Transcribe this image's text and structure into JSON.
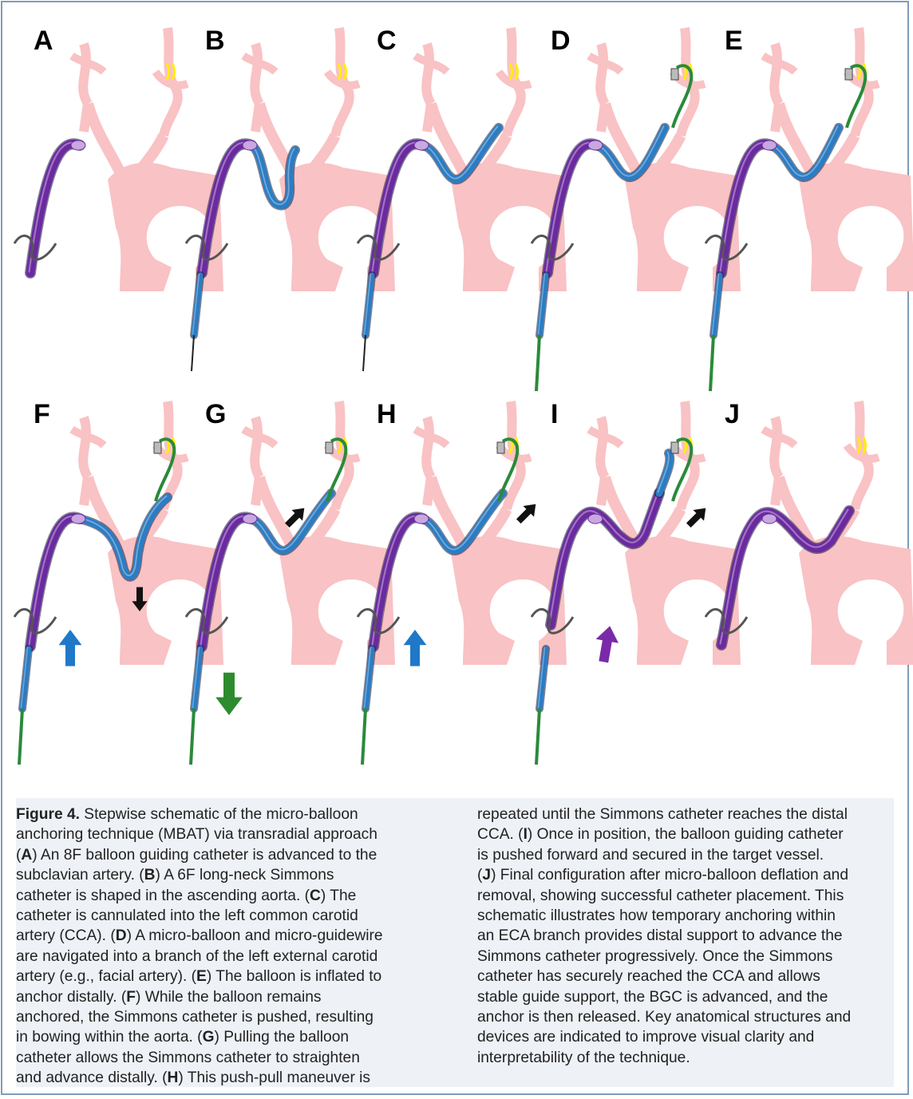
{
  "panel_labels": [
    "A",
    "B",
    "C",
    "D",
    "E",
    "F",
    "G",
    "H",
    "I",
    "J"
  ],
  "colors": {
    "anatomy": "#f9c2c4",
    "guiding_catheter": "#6b2aa0",
    "simmons_catheter": "#2a7dc4",
    "microcatheter": "#2a8a3a",
    "balloon": "#ffee00",
    "arrow_black": "#111111",
    "arrow_blue": "#1f78c8",
    "arrow_green": "#2e8b2e",
    "arrow_purple": "#7a2aa8",
    "frame": "#7f9cb8",
    "caption_bg": "#eef1f6"
  },
  "caption": {
    "heading": "Figure 4.",
    "left_lines": [
      {
        "parts": [
          {
            "b": "Figure 4."
          },
          {
            "t": "  Stepwise schematic of the micro-balloon"
          }
        ]
      },
      {
        "parts": [
          {
            "t": "anchoring technique (MBAT) via transradial approach"
          }
        ]
      },
      {
        "parts": [
          {
            "t": "("
          },
          {
            "b": "A"
          },
          {
            "t": ") An 8F balloon guiding catheter is advanced to the"
          }
        ]
      },
      {
        "parts": [
          {
            "t": "subclavian artery. ("
          },
          {
            "b": "B"
          },
          {
            "t": ") A 6F long-neck Simmons"
          }
        ]
      },
      {
        "parts": [
          {
            "t": "catheter is shaped in the ascending aorta. ("
          },
          {
            "b": "C"
          },
          {
            "t": ") The"
          }
        ]
      },
      {
        "parts": [
          {
            "t": "catheter is cannulated into the left common carotid"
          }
        ]
      },
      {
        "parts": [
          {
            "t": "artery (CCA). ("
          },
          {
            "b": "D"
          },
          {
            "t": ") A micro-balloon and micro-guidewire"
          }
        ]
      },
      {
        "parts": [
          {
            "t": "are navigated into a branch of the left external carotid"
          }
        ]
      },
      {
        "parts": [
          {
            "t": "artery (e.g., facial artery). ("
          },
          {
            "b": "E"
          },
          {
            "t": ") The balloon is inflated to"
          }
        ]
      },
      {
        "parts": [
          {
            "t": "anchor distally. ("
          },
          {
            "b": "F"
          },
          {
            "t": ") While the balloon remains"
          }
        ]
      },
      {
        "parts": [
          {
            "t": "anchored, the Simmons catheter is pushed, resulting"
          }
        ]
      },
      {
        "parts": [
          {
            "t": "in bowing within the aorta. ("
          },
          {
            "b": "G"
          },
          {
            "t": ") Pulling the balloon"
          }
        ]
      },
      {
        "parts": [
          {
            "t": "catheter allows the Simmons catheter to straighten"
          }
        ]
      },
      {
        "parts": [
          {
            "t": "and advance distally. ("
          },
          {
            "b": "H"
          },
          {
            "t": ") This push-pull maneuver is"
          }
        ]
      }
    ],
    "right_lines": [
      {
        "parts": [
          {
            "t": "repeated until the Simmons catheter reaches the distal"
          }
        ]
      },
      {
        "parts": [
          {
            "t": "CCA. ("
          },
          {
            "b": "I"
          },
          {
            "t": ") Once in position, the balloon guiding catheter"
          }
        ]
      },
      {
        "parts": [
          {
            "t": "is pushed forward and secured in the target vessel."
          }
        ]
      },
      {
        "parts": [
          {
            "t": "("
          },
          {
            "b": "J"
          },
          {
            "t": ") Final configuration after micro-balloon deflation and"
          }
        ]
      },
      {
        "parts": [
          {
            "t": "removal, showing successful catheter placement. This"
          }
        ]
      },
      {
        "parts": [
          {
            "t": "schematic illustrates how temporary anchoring within"
          }
        ]
      },
      {
        "parts": [
          {
            "t": "an ECA branch provides distal support to advance the"
          }
        ]
      },
      {
        "parts": [
          {
            "t": "Simmons catheter progressively. Once the Simmons"
          }
        ]
      },
      {
        "parts": [
          {
            "t": "catheter has securely reached the CCA and allows"
          }
        ]
      },
      {
        "parts": [
          {
            "t": "stable guide support, the BGC is advanced, and the"
          }
        ]
      },
      {
        "parts": [
          {
            "t": "anchor is then released. Key anatomical structures and"
          }
        ]
      },
      {
        "parts": [
          {
            "t": "devices are indicated to improve visual clarity and"
          }
        ]
      },
      {
        "parts": [
          {
            "t": "interpretability of the technique."
          }
        ]
      }
    ]
  }
}
